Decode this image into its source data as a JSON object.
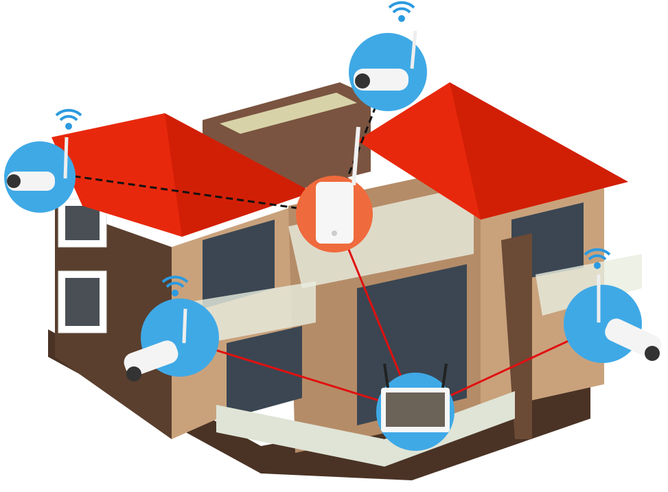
{
  "colors": {
    "roof": "#e8280c",
    "wall_tan": "#c9a27c",
    "wall_brown": "#5a3f2e",
    "camera_badge": "#3fa9e6",
    "router_badge": "#ef6a3c",
    "wireless_link": "#111111",
    "wired_link": "#e01010"
  },
  "components": [
    {
      "type": "wifi-camera",
      "icon": "camera-icon",
      "position": "top-left"
    },
    {
      "type": "wifi-camera",
      "icon": "camera-icon",
      "position": "top"
    },
    {
      "type": "wifi-camera",
      "icon": "camera-icon",
      "position": "middle-left"
    },
    {
      "type": "wifi-camera",
      "icon": "camera-icon",
      "position": "right"
    },
    {
      "type": "wifi-repeater",
      "icon": "router-icon",
      "position": "center"
    },
    {
      "type": "nvr-monitor",
      "icon": "monitor-icon",
      "position": "bottom"
    }
  ]
}
